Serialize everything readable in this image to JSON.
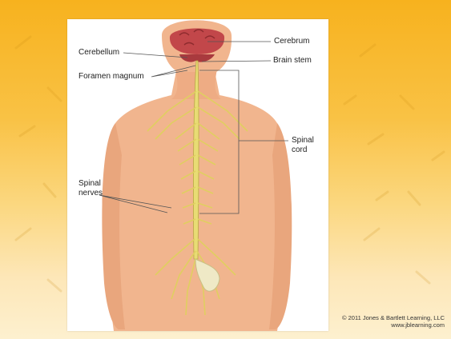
{
  "colors": {
    "background_top": "#f7b21e",
    "background_bottom": "#fdf0cf",
    "skin": "#f1b58e",
    "skin_shadow": "#d8916a",
    "nerve": "#e8dc74",
    "brain": "#c2474a",
    "leader_line": "#555555"
  },
  "diagram": {
    "labels": {
      "cerebrum": "Cerebrum",
      "cerebellum": "Cerebellum",
      "brain_stem": "Brain stem",
      "foramen_magnum": "Foramen magnum",
      "spinal_cord": "Spinal\ncord",
      "spinal_nerves": "Spinal\nnerves"
    }
  },
  "credit": {
    "line1": "© 2011 Jones & Bartlett Learning, LLC",
    "line2": "www.jblearning.com"
  }
}
